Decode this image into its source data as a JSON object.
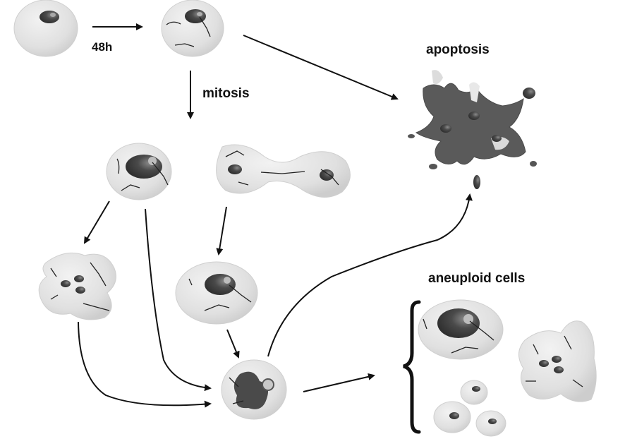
{
  "labels": {
    "time": "48h",
    "mitosis": "mitosis",
    "apoptosis": "apoptosis",
    "aneuploid": "aneuploid cells"
  },
  "colors": {
    "cell_fill": "#e2e2e2",
    "cell_edge": "#cfcfcf",
    "nucleus": "#454545",
    "nucleolus": "#9a9a9a",
    "apoptotic_body": "#5a5a5a",
    "arrow": "#111111"
  }
}
